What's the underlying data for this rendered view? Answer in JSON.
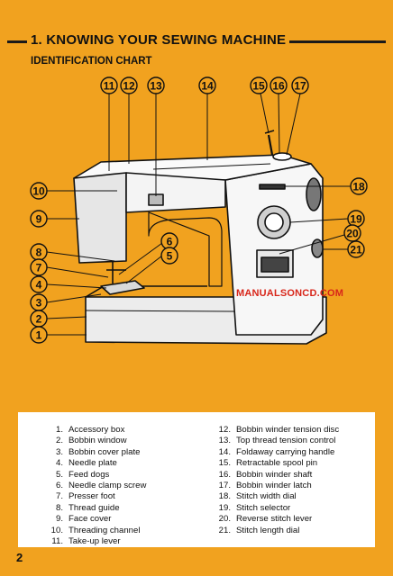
{
  "header": {
    "title": "1. KNOWING YOUR SEWING MACHINE"
  },
  "subtitle": "IDENTIFICATION CHART",
  "watermark": "MANUALSONCD.COM",
  "callouts": [
    "11",
    "12",
    "13",
    "14",
    "15",
    "16",
    "17",
    "18",
    "10",
    "9",
    "19",
    "20",
    "21",
    "8",
    "6",
    "5",
    "7",
    "4",
    "3",
    "2",
    "1"
  ],
  "legend": {
    "left": [
      {
        "num": "1.",
        "label": "Accessory box"
      },
      {
        "num": "2.",
        "label": "Bobbin window"
      },
      {
        "num": "3.",
        "label": "Bobbin cover plate"
      },
      {
        "num": "4.",
        "label": "Needle plate"
      },
      {
        "num": "5.",
        "label": "Feed dogs"
      },
      {
        "num": "6.",
        "label": "Needle clamp screw"
      },
      {
        "num": "7.",
        "label": "Presser foot"
      },
      {
        "num": "8.",
        "label": "Thread guide"
      },
      {
        "num": "9.",
        "label": "Face cover"
      },
      {
        "num": "10.",
        "label": "Threading channel"
      },
      {
        "num": "11.",
        "label": "Take-up lever"
      }
    ],
    "right": [
      {
        "num": "12.",
        "label": "Bobbin winder tension disc"
      },
      {
        "num": "13.",
        "label": "Top thread tension control"
      },
      {
        "num": "14.",
        "label": "Foldaway carrying handle"
      },
      {
        "num": "15.",
        "label": "Retractable spool pin"
      },
      {
        "num": "16.",
        "label": "Bobbin winder shaft"
      },
      {
        "num": "17.",
        "label": "Bobbin winder latch"
      },
      {
        "num": "18.",
        "label": "Stitch width dial"
      },
      {
        "num": "19.",
        "label": "Stitch selector"
      },
      {
        "num": "20.",
        "label": "Reverse stitch lever"
      },
      {
        "num": "21.",
        "label": "Stitch length dial"
      }
    ]
  },
  "page_number": "2"
}
